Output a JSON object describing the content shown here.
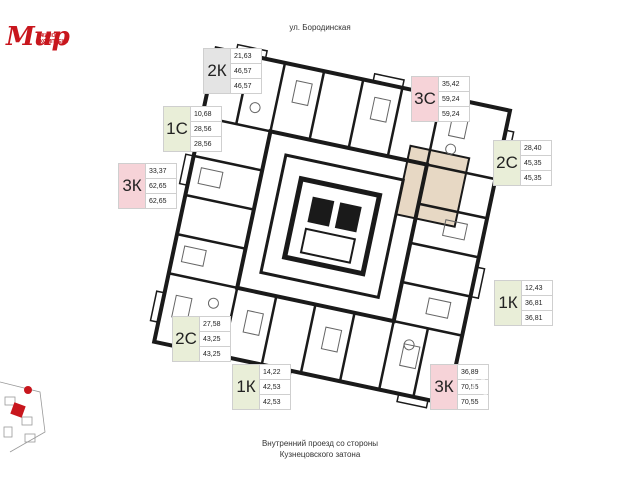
{
  "logo": {
    "script": "Мир",
    "subtitle": "ЖИЛОЙ КОМПЛЕКС",
    "color": "#c8161d"
  },
  "street_top": "ул. Бородинская",
  "street_bottom": "Внутренний проезд со стороны\nКузнецовского затона",
  "colors": {
    "pink": "#f6d3d8",
    "green": "#e9eed8",
    "gray": "#e4e4e4",
    "highlight": "#e7d8c4",
    "wall": "#1a1a1a"
  },
  "cards": [
    {
      "type": "2К",
      "values": [
        "21,63",
        "46,57",
        "46,57"
      ],
      "color": "gray"
    },
    {
      "type": "3С",
      "values": [
        "35,42",
        "59,24",
        "59,24"
      ],
      "color": "pink"
    },
    {
      "type": "1С",
      "values": [
        "10,68",
        "28,56",
        "28,56"
      ],
      "color": "green"
    },
    {
      "type": "2С",
      "values": [
        "28,40",
        "45,35",
        "45,35"
      ],
      "color": "green"
    },
    {
      "type": "3К",
      "values": [
        "33,37",
        "62,65",
        "62,65"
      ],
      "color": "pink"
    },
    {
      "type": "1К",
      "values": [
        "12,43",
        "36,81",
        "36,81"
      ],
      "color": "green"
    },
    {
      "type": "2С",
      "values": [
        "27,58",
        "43,25",
        "43,25"
      ],
      "color": "green"
    },
    {
      "type": "1К",
      "values": [
        "14,22",
        "42,53",
        "42,53"
      ],
      "color": "green"
    },
    {
      "type": "3К",
      "values": [
        "36,89",
        "70,55",
        "70,55"
      ],
      "color": "pink"
    }
  ],
  "watermark": "циан"
}
